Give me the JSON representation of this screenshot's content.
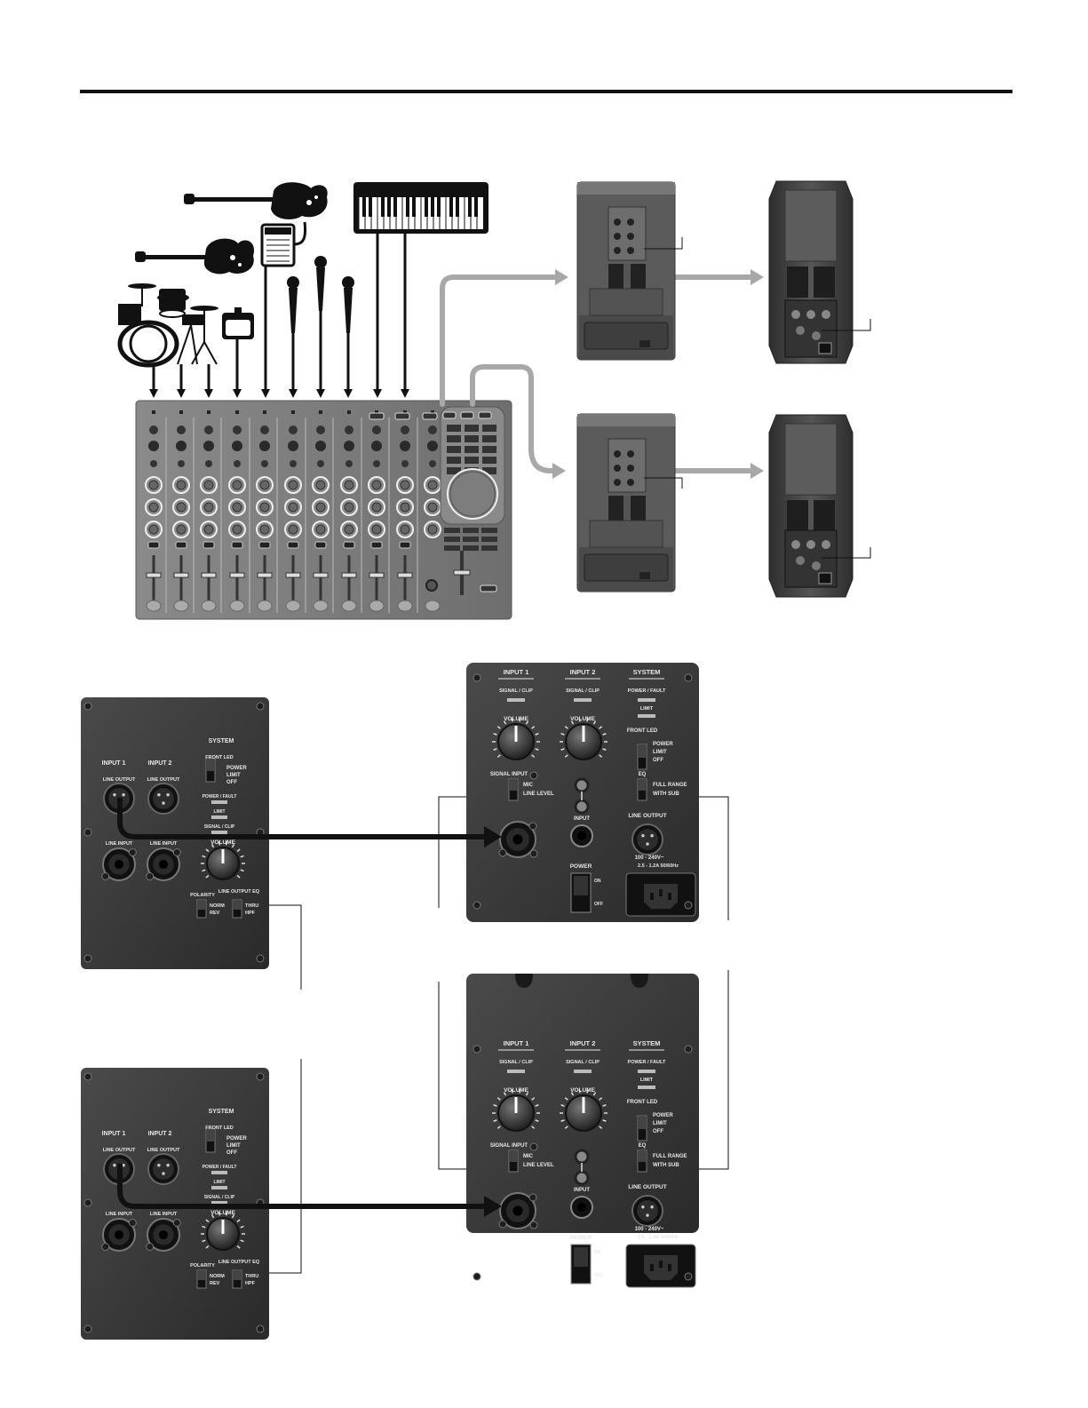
{
  "sub_panel": {
    "input1": "INPUT 1",
    "input2": "INPUT 2",
    "system": "SYSTEM",
    "line_output": "LINE OUTPUT",
    "line_input": "LINE INPUT",
    "front_led": "FRONT LED",
    "power": "POWER",
    "limit": "LIMIT",
    "off": "OFF",
    "power_fault": "POWER / FAULT",
    "limit_led": "LIMIT",
    "signal_clip": "SIGNAL / CLIP",
    "volume": "VOLUME",
    "polarity": "POLARITY",
    "norm": "NORM",
    "rev": "REV",
    "line_output_eq": "LINE OUTPUT EQ",
    "thru": "THRU",
    "hpf": "HPF"
  },
  "top_panel": {
    "input1": "INPUT 1",
    "input2": "INPUT 2",
    "system": "SYSTEM",
    "signal_clip": "SIGNAL / CLIP",
    "power_fault": "POWER / FAULT",
    "limit": "LIMIT",
    "volume": "VOLUME",
    "front_led": "FRONT LED",
    "power_sw": "POWER",
    "limit_sw": "LIMIT",
    "off_sw": "OFF",
    "signal_input": "SIGNAL INPUT",
    "mic": "MIC",
    "line_level": "LINE LEVEL",
    "eq": "EQ",
    "full_range": "FULL RANGE",
    "with_sub": "WITH SUB",
    "input": "INPUT",
    "line_output": "LINE OUTPUT",
    "power": "POWER",
    "on": "ON",
    "off": "OFF",
    "mains": "100 - 240V~",
    "mains2": "2.5 - 1.2A     50/60Hz"
  },
  "colors": {
    "panel": "#3a3a3a",
    "panel_dark": "#262626",
    "cable_gray": "#a8a8a8",
    "black": "#111111"
  }
}
